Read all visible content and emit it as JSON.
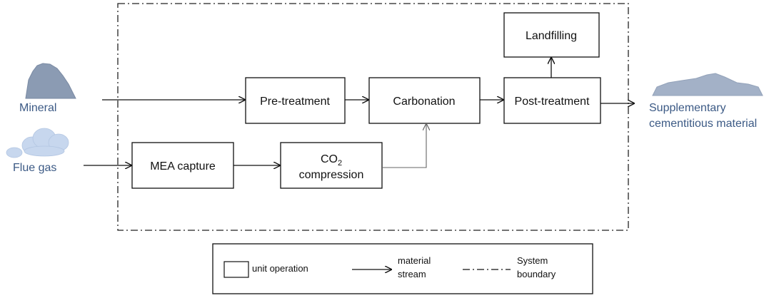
{
  "units": {
    "landfilling": "Landfilling",
    "pretreatment": "Pre-treatment",
    "carbonation": "Carbonation",
    "posttreatment": "Post-treatment",
    "mea_capture": "MEA capture",
    "co2_line1_main": "CO",
    "co2_line1_sub": "2",
    "co2_line2": "compression"
  },
  "inputs": {
    "mineral": "Mineral",
    "flue_gas": "Flue gas"
  },
  "output": {
    "line1": "Supplementary",
    "line2": "cementitious material"
  },
  "legend": {
    "unit_operation": "unit operation",
    "material_stream_line1": "material",
    "material_stream_line2": "stream",
    "system_boundary_line1": "System",
    "system_boundary_line2": "boundary"
  },
  "colors": {
    "mineral_fill": "#8b9bb3",
    "cloud_fill": "#c7d7ee",
    "output_fill": "#a3b1c7",
    "external_text": "#3c5a85"
  }
}
